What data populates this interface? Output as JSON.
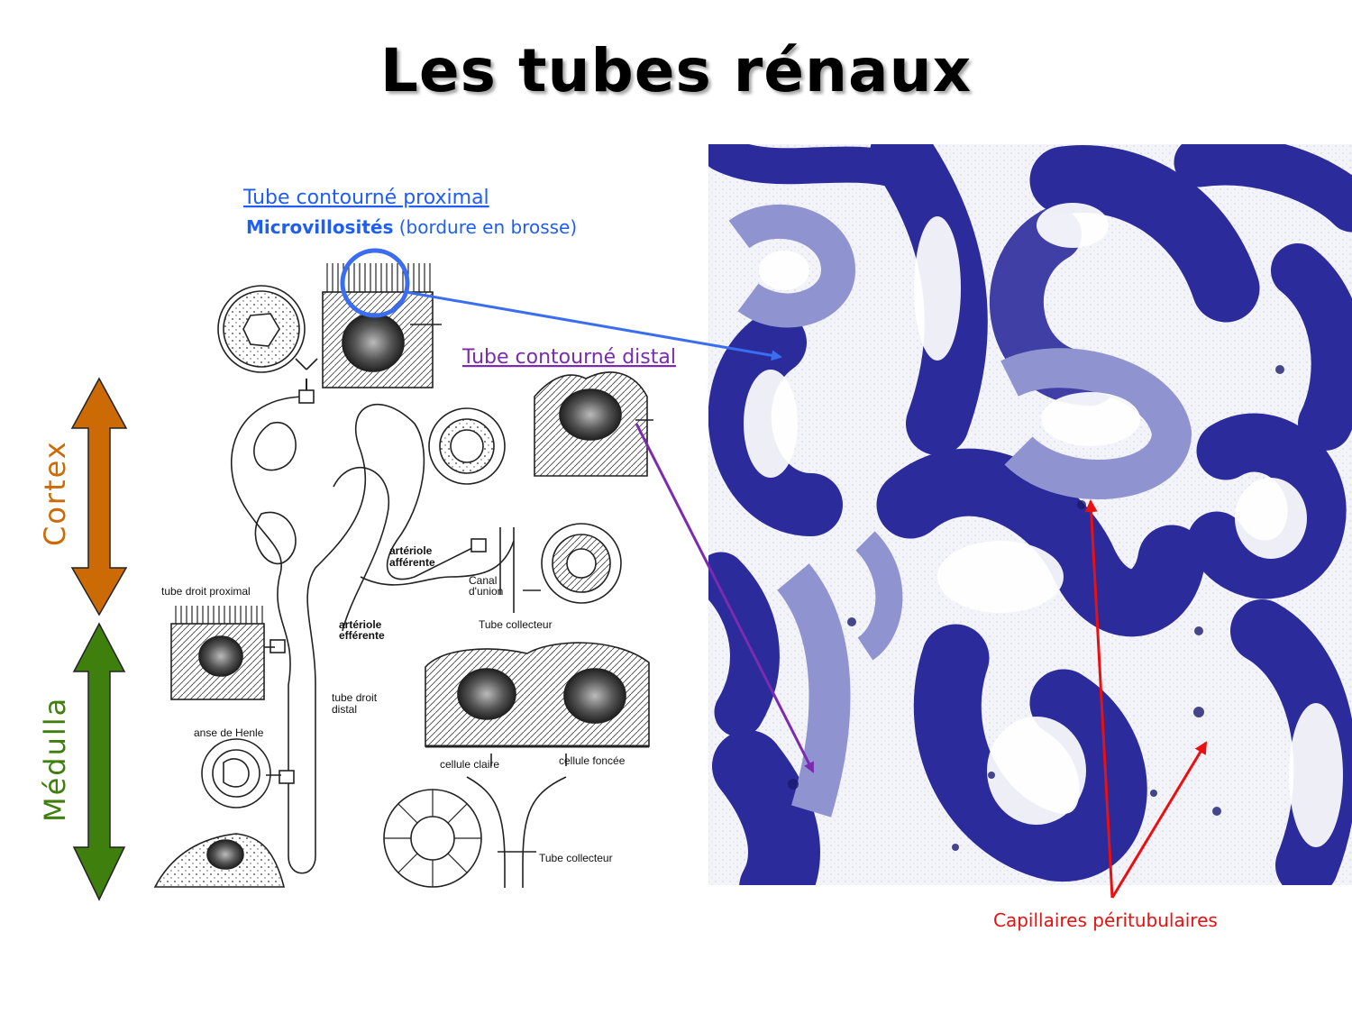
{
  "title": "Les tubes rénaux",
  "colors": {
    "proximal": "#1f5ef2",
    "distal": "#7b2bb0",
    "capillaries": "#e81010",
    "arrow_blue": "#3a6df0",
    "cortex": "#cc6a06",
    "medulla": "#3f7f0e",
    "tissue": "#2b2b9c",
    "tissue_light": "#8f93cf"
  },
  "labels": {
    "proximal_title": "Tube contourné proximal",
    "microvilli_bold": "Microvillosités",
    "microvilli_rest": " (bordure en brosse)",
    "distal_title": "Tube contourné distal",
    "capillaries": "Capillaires péritubulaires",
    "cortex": "Cortex",
    "medulla": "Médulla"
  },
  "schematic": {
    "arteriole_afferente_1": "artériole",
    "arteriole_afferente_2": "afférente",
    "arteriole_efferente_1": "artériole",
    "arteriole_efferente_2": "efférente",
    "canal_union_1": "Canal",
    "canal_union_2": "d'union",
    "tube_collecteur_top": "Tube collecteur",
    "tube_droit_proximal": "tube droit proximal",
    "tube_droit_distal_1": "tube droit",
    "tube_droit_distal_2": "distal",
    "anse_henle": "anse de Henle",
    "cellule_claire": "cellule  claire",
    "cellule_foncee": "cellule  foncée",
    "tube_collecteur_bottom": "Tube collecteur"
  }
}
